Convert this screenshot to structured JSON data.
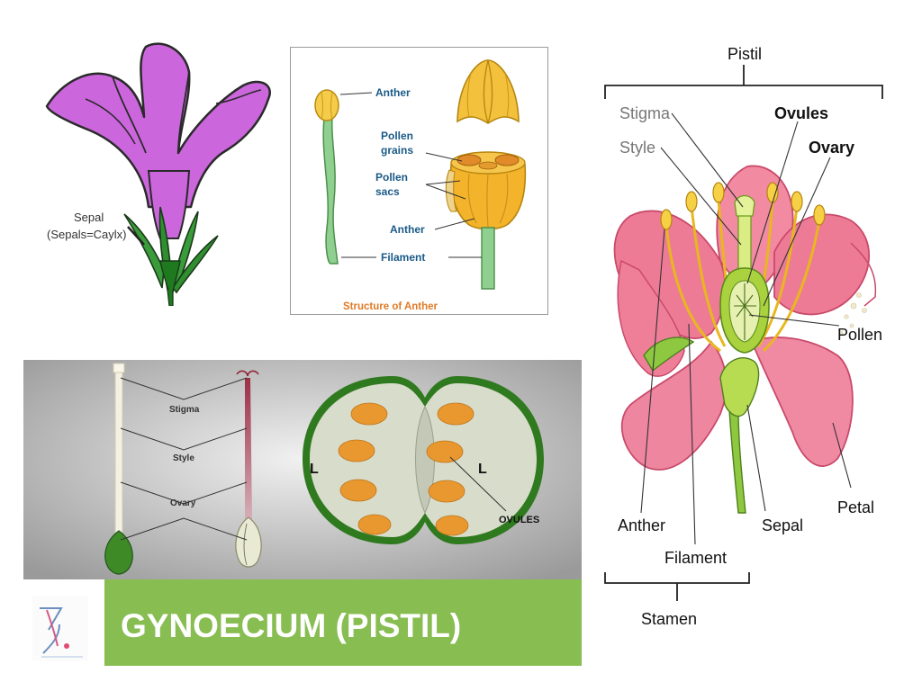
{
  "sepal_panel": {
    "sepal_label": "Sepal",
    "sepal_note": "(Sepals=Caylx)"
  },
  "anther_panel": {
    "anther_top": "Anther",
    "pollen_grains_1": "Pollen",
    "pollen_grains_2": "grains",
    "pollen_sacs_1": "Pollen",
    "pollen_sacs_2": "sacs",
    "anther_mid": "Anther",
    "filament": "Filament",
    "caption": "Structure of Anther"
  },
  "lily_panel": {
    "pistil": "Pistil",
    "stigma": "Stigma",
    "ovules": "Ovules",
    "style": "Style",
    "ovary": "Ovary",
    "pollen": "Pollen",
    "anther": "Anther",
    "sepal": "Sepal",
    "petal": "Petal",
    "filament": "Filament",
    "stamen": "Stamen"
  },
  "gyno_panel": {
    "stigma": "Stigma",
    "style": "Style",
    "ovary": "Ovary",
    "locule_left": "L",
    "locule_right": "L",
    "ovules": "OVULES",
    "banner": "GYNOECIUM (PISTIL)"
  },
  "colors": {
    "petal_violet": "#cc66dd",
    "sepal_green": "#2f8f2f",
    "anther_yellow": "#f2b524",
    "label_blue": "#1a5a87",
    "lily_pink": "#ee7b95",
    "banner_green": "#88bd52",
    "ovule_orange": "#e8982e"
  }
}
